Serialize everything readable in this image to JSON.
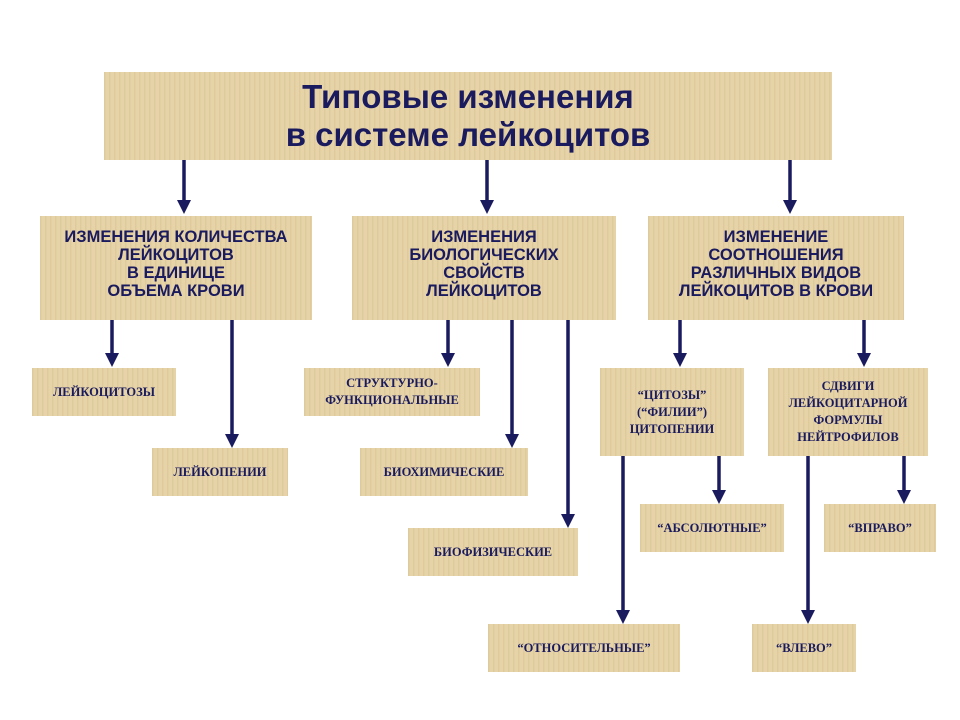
{
  "title": "Типовые изменения\nв системе лейкоцитов",
  "categories": [
    "ИЗМЕНЕНИЯ КОЛИЧЕСТВА\nЛЕЙКОЦИТОВ\nВ ЕДИНИЦЕ\nОБЪЕМА КРОВИ",
    "ИЗМЕНЕНИЯ\nБИОЛОГИЧЕСКИХ\nСВОЙСТВ\nЛЕЙКОЦИТОВ",
    "ИЗМЕНЕНИЕ\nСООТНОШЕНИЯ\nРАЗЛИЧНЫХ ВИДОВ\nЛЕЙКОЦИТОВ В КРОВИ"
  ],
  "leaves": {
    "leukocytoses": "ЛЕЙКОЦИТОЗЫ",
    "leukopenias": "ЛЕЙКОПЕНИИ",
    "structural": "СТРУКТУРНО-\nФУНКЦИОНАЛЬНЫЕ",
    "biochemical": "БИОХИМИЧЕСКИЕ",
    "biophysical": "БИОФИЗИЧЕСКИЕ",
    "cytoses": "“ЦИТОЗЫ”\n(“ФИЛИИ”)\nЦИТОПЕНИИ",
    "shifts": "СДВИГИ\nЛЕЙКОЦИТАРНОЙ\nФОРМУЛЫ\nНЕЙТРОФИЛОВ",
    "absolute": "“АБСОЛЮТНЫЕ”",
    "right": "“ВПРАВО”",
    "relative": "“ОТНОСИТЕЛЬНЫЕ”",
    "left": "“ВЛЕВО”"
  },
  "colors": {
    "arrow": "#1a1a5e",
    "text": "#1a1a5e",
    "box": "#e6d4a8"
  }
}
